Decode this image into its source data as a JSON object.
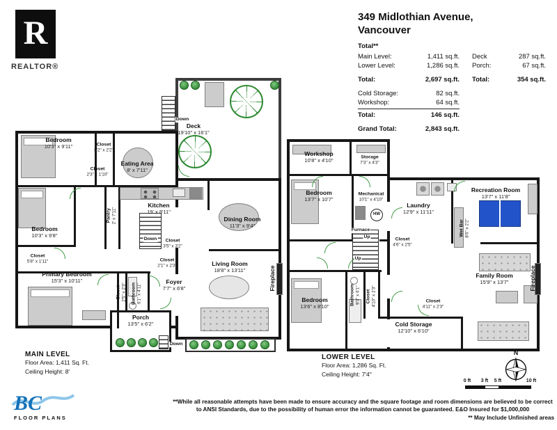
{
  "logos": {
    "realtor": {
      "monogram": "R",
      "wordmark": "REALTOR®"
    },
    "bc": {
      "monogram": "BC",
      "wordmark": "FLOOR PLANS"
    }
  },
  "header": {
    "address_line1": "349 Midlothian Avenue,",
    "address_line2": "Vancouver",
    "total_note": "Total**"
  },
  "area_table": {
    "rows_left": [
      {
        "label": "Main Level:",
        "value": "1,411 sq.ft."
      },
      {
        "label": "Lower Level:",
        "value": "1,286 sq.ft."
      }
    ],
    "total_left": {
      "label": "Total:",
      "value": "2,697 sq.ft."
    },
    "rows_extra": [
      {
        "label": "Cold Storage:",
        "value": "82 sq.ft."
      },
      {
        "label": "Workshop:",
        "value": "64 sq.ft."
      }
    ],
    "total_extra": {
      "label": "Total:",
      "value": "146 sq.ft."
    },
    "grand_total": {
      "label": "Grand Total:",
      "value": "2,843 sq.ft."
    },
    "rows_right": [
      {
        "label": "Deck",
        "value": "287 sq.ft."
      },
      {
        "label": "Porch:",
        "value": "67 sq.ft."
      }
    ],
    "total_right": {
      "label": "Total:",
      "value": "354 sq.ft."
    }
  },
  "main_level": {
    "caption": {
      "title": "MAIN LEVEL",
      "area": "Floor Area: 1,411 Sq. Ft.",
      "ceiling": "Ceiling Height: 8'"
    },
    "stairs": [
      "Down",
      "Down",
      "Down"
    ],
    "rooms": [
      {
        "name": "Bedroom",
        "dims": "10'3\" x 9'11\""
      },
      {
        "name": "Closet",
        "dims": "5'2\" x 2'2\""
      },
      {
        "name": "Closet",
        "dims": "2'3\" x 1'10\""
      },
      {
        "name": "Eating Area",
        "dims": "8' x 7'11\""
      },
      {
        "name": "Deck",
        "dims": "19'10\" x 16'1\""
      },
      {
        "name": "Bedroom",
        "dims": "10'3\" x 9'8\""
      },
      {
        "name": "Kitchen",
        "dims": "19' x 8'11\""
      },
      {
        "name": "Pantry",
        "dims": "2' x 7'11\""
      },
      {
        "name": "Dining Room",
        "dims": "11'3\" x 9'4\""
      },
      {
        "name": "Closet",
        "dims": "5'8\" x 1'11\""
      },
      {
        "name": "Closet",
        "dims": "3'5\" x 3'2\""
      },
      {
        "name": "Closet",
        "dims": "2'5\" x 2'3\""
      },
      {
        "name": "Closet",
        "dims": "2'1\" x 2'3\""
      },
      {
        "name": "Primary Bedroom",
        "dims": "15'3\" x 10'11\""
      },
      {
        "name": "Bathroom",
        "dims": "6'1\" x 4'11\""
      },
      {
        "name": "Foyer",
        "dims": "7'7\" x 6'8\""
      },
      {
        "name": "Living Room",
        "dims": "18'8\" x 13'11\""
      },
      {
        "name": "Fireplace",
        "dims": ""
      },
      {
        "name": "Porch",
        "dims": "13'5\" x 6'2\""
      }
    ]
  },
  "lower_level": {
    "caption": {
      "title": "LOWER LEVEL",
      "area": "Floor Area: 1,286 Sq. Ft.",
      "ceiling": "Ceiling Height: 7'4\""
    },
    "stairs": [
      "Up",
      "Up"
    ],
    "hw": "HW",
    "rooms": [
      {
        "name": "Workshop",
        "dims": "10'8\" x 4'10\""
      },
      {
        "name": "Storage",
        "dims": "7'3\" x 4'3\""
      },
      {
        "name": "Bedroom",
        "dims": "13'7\" x 10'7\""
      },
      {
        "name": "Mechanical",
        "dims": "10'1\" x 4'10\""
      },
      {
        "name": "Laundry",
        "dims": "12'9\" x 11'11\""
      },
      {
        "name": "Recreation Room",
        "dims": "13'7\" x 11'8\""
      },
      {
        "name": "Wet Bar",
        "dims": "8'6\" x 2'2\""
      },
      {
        "name": "Closet",
        "dims": "4'6\" x 2'5\""
      },
      {
        "name": "Bedroom",
        "dims": "13'6\" x 8'10\""
      },
      {
        "name": "Bathroom",
        "dims": "9'3\" x 6'1\""
      },
      {
        "name": "Closet",
        "dims": "4'10\" x 2'3\""
      },
      {
        "name": "Closet",
        "dims": "4'11\" x 2'3\""
      },
      {
        "name": "Cold Storage",
        "dims": "12'10\" x 6'10\""
      },
      {
        "name": "Family Room",
        "dims": "15'9\" x 13'7\""
      },
      {
        "name": "Fireplace",
        "dims": ""
      },
      {
        "name": "Furnace",
        "dims": ""
      }
    ]
  },
  "footer": {
    "disclaimer_line1": "**While all reasonable attempts have been made to ensure accuracy and the square footage and room dimensions are believed to be correct to ANSI Standards, due to the possibility of human error the information cannot be guaranteed. E&O Insured for $1,000,000",
    "disclaimer_line2": "** May Include Unfinished areas"
  },
  "scale_bar": {
    "labels": [
      "0 ft",
      "3 ft",
      "5 ft",
      "10 ft"
    ]
  },
  "compass": {
    "north": "N"
  },
  "colors": {
    "wall": "#161616",
    "accent_green": "#3f9b43",
    "pingpong_blue": "#2353c9",
    "logo_blue": "#1472b8"
  }
}
